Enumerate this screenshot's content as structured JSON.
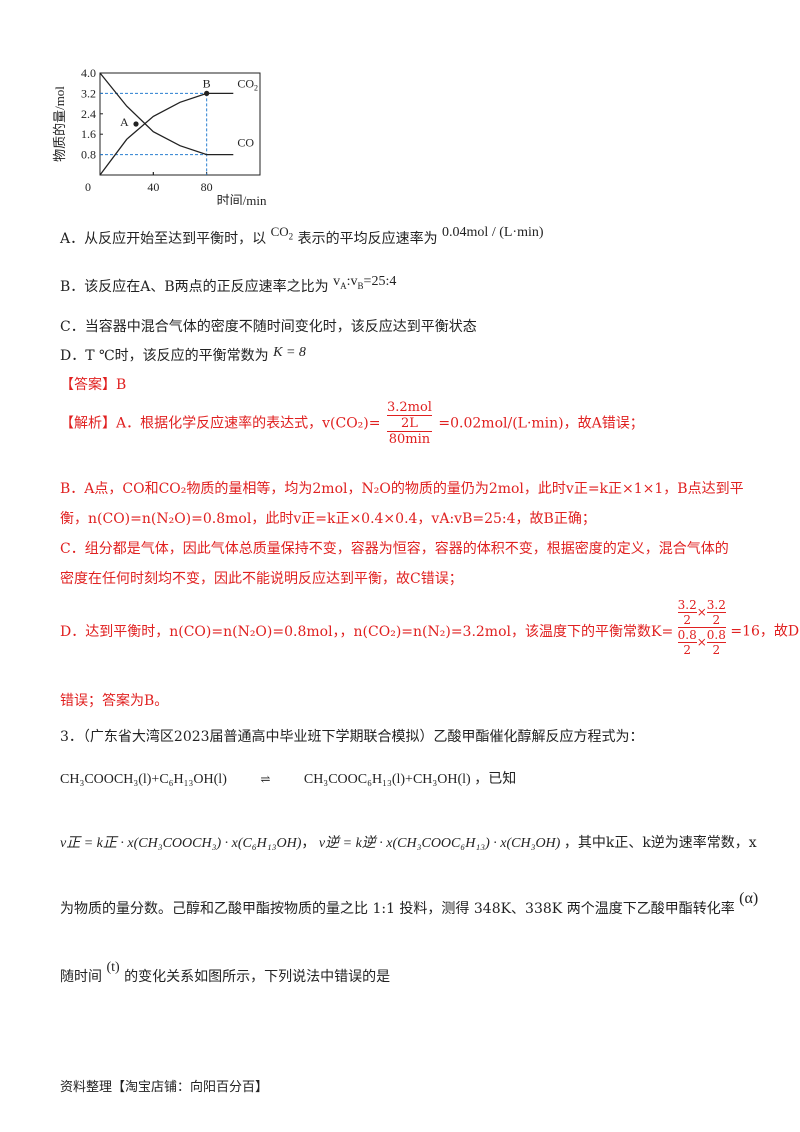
{
  "chart_data": {
    "type": "line",
    "ylabel": "物质的量/mol",
    "xlabel": "时间/min",
    "xlim": [
      0,
      120
    ],
    "ylim": [
      0,
      4.0
    ],
    "xticks": [
      0,
      40,
      80
    ],
    "yticks": [
      0.8,
      1.6,
      2.4,
      3.2,
      4.0
    ],
    "series": [
      {
        "name": "CO2",
        "x": [
          0,
          20,
          40,
          60,
          80,
          100
        ],
        "y": [
          0,
          1.4,
          2.3,
          2.85,
          3.2,
          3.2
        ]
      },
      {
        "name": "CO",
        "x": [
          0,
          20,
          40,
          60,
          80,
          100
        ],
        "y": [
          4.0,
          2.7,
          1.7,
          1.15,
          0.8,
          0.8
        ]
      }
    ],
    "points": [
      {
        "label": "A",
        "x": 27,
        "y": 2.0
      },
      {
        "label": "B",
        "x": 80,
        "y": 3.2
      }
    ]
  },
  "options": {
    "A_text": "A．从反应开始至达到平衡时，以",
    "A_tail": "表示的平均反应速率为",
    "A_rate": "0.04mol / (L·min)",
    "B_text": "B．该反应在A、B两点的正反应速率之比为",
    "B_ratio": "v",
    "C_text": "C．当容器中混合气体的密度不随时间变化时，该反应达到平衡状态",
    "D_text": "D．T ℃时，该反应的平衡常数为",
    "D_k": "K = 8"
  },
  "answer": {
    "label": "【答案】B"
  },
  "analysis": {
    "head": "【解析】A．根据化学反应速率的表达式，v(CO₂)=",
    "frac_top": "3.2mol",
    "frac_mid": "2L",
    "frac_bot": "80min",
    "a_tail": "=0.02mol/(L·min)，故A错误；",
    "b1": "B．A点，CO和CO₂物质的量相等，均为2mol，N₂O的物质的量仍为2mol，此时v正=k正×1×1，B点达到平",
    "b2": "衡，n(CO)=n(N₂O)=0.8mol，此时v正=k正×0.4×0.4，vA:vB=25:4，故B正确；",
    "c1": "C．组分都是气体，因此气体总质量保持不变，容器为恒容，容器的体积不变，根据密度的定义，混合气体的",
    "c2": "密度在任何时刻均不变，因此不能说明反应达到平衡，故C错误；",
    "d_head": "D．达到平衡时，n(CO)=n(N₂O)=0.8mol，，n(CO₂)=n(N₂)=3.2mol，该温度下的平衡常数K=",
    "d_tail": "=16，故D",
    "d_end": "错误；答案为B。"
  },
  "question3": {
    "intro": "3．（广东省大湾区2023届普通高中毕业班下学期联合模拟）乙酸甲酯催化醇解反应方程式为：",
    "eq_left": "CH₃COOCH₃(l)+C₆H₁₃OH(l)",
    "eq_right": "CH₃COOC₆H₁₃(l)+CH₃OH(l)",
    "eq_tail": "，已知",
    "rate_fwd": "v正 = k正 · x(CH₃COOCH₃) · x(C₆H₁₃OH)",
    "rate_rev": "v逆 = k逆 · x(CH₃COOC₆H₁₃) · x(CH₃OH)",
    "rate_tail": "，其中k正、k逆为速率常数，x",
    "l2a": "为物质的量分数。己醇和乙酸甲酯按物质的量之比 1:1 投料，测得 348K、338K 两个温度下乙酸甲酯转化率",
    "l2b": "(α)",
    "l3a": "随时间",
    "l3b": "(t)",
    "l3c": "的变化关系如图所示，下列说法中错误的是"
  },
  "footer": "资料整理【淘宝店铺：向阳百分百】"
}
